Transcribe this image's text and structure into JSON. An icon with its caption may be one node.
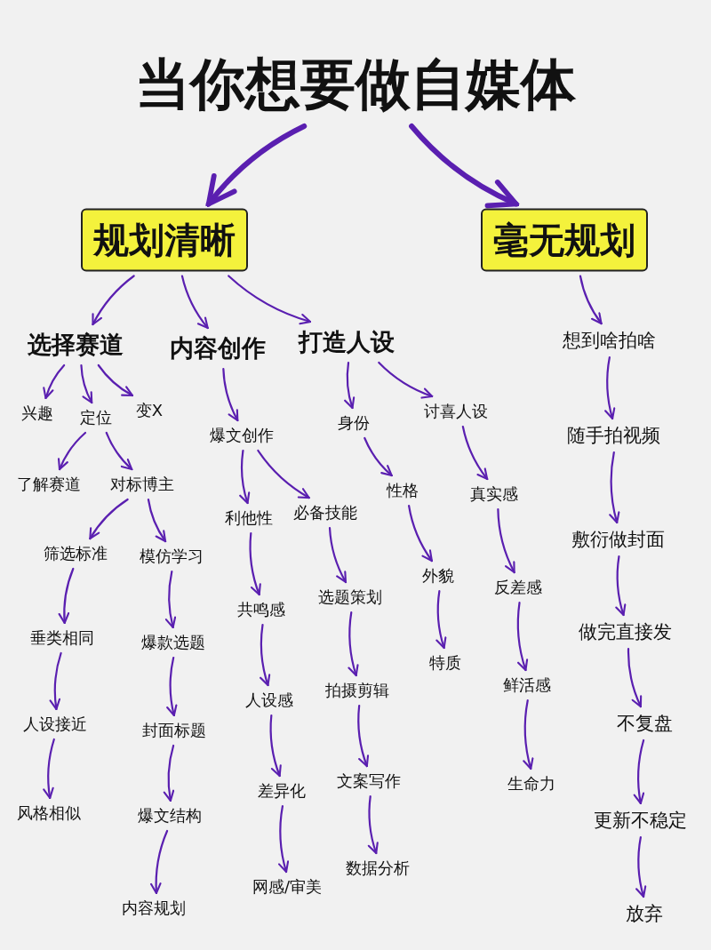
{
  "diagram": {
    "nodes": [
      {
        "text": [
          "当你想要做自媒体"
        ]
      },
      {
        "text": [
          "规划清晰"
        ]
      },
      {
        "text": [
          "毫无规划"
        ]
      },
      {
        "text": [
          "选择赛道"
        ]
      },
      {
        "text": [
          "内容创作"
        ]
      },
      {
        "text": [
          "打造人设"
        ]
      },
      {
        "text": [
          "想到啥拍啥"
        ]
      },
      {
        "text": [
          "兴趣"
        ]
      },
      {
        "text": [
          "定位"
        ]
      },
      {
        "text": [
          "变X"
        ]
      },
      {
        "text": [
          "爆文创作"
        ]
      },
      {
        "text": [
          "身份"
        ]
      },
      {
        "text": [
          "讨喜人设"
        ]
      },
      {
        "text": [
          "随手拍视频"
        ]
      },
      {
        "text": [
          "了解赛道"
        ]
      },
      {
        "text": [
          "对标博主"
        ]
      },
      {
        "text": [
          "利他性"
        ]
      },
      {
        "text": [
          "必备技能"
        ]
      },
      {
        "text": [
          "性格"
        ]
      },
      {
        "text": [
          "真实感"
        ]
      },
      {
        "text": [
          "敷衍做封面"
        ]
      },
      {
        "text": [
          "筛选标准"
        ]
      },
      {
        "text": [
          "模仿学习"
        ]
      },
      {
        "text": [
          "外貌"
        ]
      },
      {
        "text": [
          "反差感"
        ]
      },
      {
        "text": [
          "共鸣感"
        ]
      },
      {
        "text": [
          "选题策划"
        ]
      },
      {
        "text": [
          "做完直接发"
        ]
      },
      {
        "text": [
          "垂类相同"
        ]
      },
      {
        "text": [
          "爆款选题"
        ]
      },
      {
        "text": [
          "特质"
        ]
      },
      {
        "text": [
          "人设感"
        ]
      },
      {
        "text": [
          "拍摄剪辑"
        ]
      },
      {
        "text": [
          "鲜活感"
        ]
      },
      {
        "text": [
          "不复盘"
        ]
      },
      {
        "text": [
          "人设接近"
        ]
      },
      {
        "text": [
          "封面标题"
        ]
      },
      {
        "text": [
          "差异化"
        ]
      },
      {
        "text": [
          "文案写作"
        ]
      },
      {
        "text": [
          "生命力"
        ]
      },
      {
        "text": [
          "更新不稳定"
        ]
      },
      {
        "text": [
          "风格相似"
        ]
      },
      {
        "text": [
          "爆文结构"
        ]
      },
      {
        "text": [
          "网感/审美"
        ]
      },
      {
        "text": [
          "数据分析"
        ]
      },
      {
        "text": [
          "内容规划"
        ]
      },
      {
        "text": [
          "放弃"
        ]
      }
    ],
    "edges": [
      {
        "from": 0,
        "to": 1,
        "arrow": "to",
        "style": "thick"
      },
      {
        "from": 0,
        "to": 2,
        "arrow": "to",
        "style": "thick"
      },
      {
        "from": 1,
        "to": 3,
        "arrow": "to"
      },
      {
        "from": 1,
        "to": 4,
        "arrow": "to"
      },
      {
        "from": 1,
        "to": 5,
        "arrow": "to"
      },
      {
        "from": 2,
        "to": 6,
        "arrow": "to"
      },
      {
        "from": 3,
        "to": 7,
        "arrow": "to"
      },
      {
        "from": 3,
        "to": 8,
        "arrow": "to"
      },
      {
        "from": 3,
        "to": 9,
        "arrow": "to"
      },
      {
        "from": 4,
        "to": 10,
        "arrow": "to"
      },
      {
        "from": 5,
        "to": 11,
        "arrow": "to"
      },
      {
        "from": 5,
        "to": 12,
        "arrow": "to"
      },
      {
        "from": 6,
        "to": 13,
        "arrow": "to"
      },
      {
        "from": 8,
        "to": 14,
        "arrow": "to"
      },
      {
        "from": 8,
        "to": 15,
        "arrow": "to"
      },
      {
        "from": 10,
        "to": 16,
        "arrow": "to"
      },
      {
        "from": 10,
        "to": 17,
        "arrow": "to"
      },
      {
        "from": 11,
        "to": 18,
        "arrow": "to"
      },
      {
        "from": 12,
        "to": 19,
        "arrow": "to"
      },
      {
        "from": 13,
        "to": 20,
        "arrow": "to"
      },
      {
        "from": 15,
        "to": 21,
        "arrow": "to"
      },
      {
        "from": 15,
        "to": 22,
        "arrow": "to"
      },
      {
        "from": 18,
        "to": 23,
        "arrow": "to"
      },
      {
        "from": 19,
        "to": 24,
        "arrow": "to"
      },
      {
        "from": 16,
        "to": 25,
        "arrow": "to"
      },
      {
        "from": 17,
        "to": 26,
        "arrow": "to"
      },
      {
        "from": 20,
        "to": 27,
        "arrow": "to"
      },
      {
        "from": 21,
        "to": 28,
        "arrow": "to"
      },
      {
        "from": 22,
        "to": 29,
        "arrow": "to"
      },
      {
        "from": 23,
        "to": 30,
        "arrow": "to"
      },
      {
        "from": 24,
        "to": 33,
        "arrow": "to"
      },
      {
        "from": 25,
        "to": 31,
        "arrow": "to"
      },
      {
        "from": 26,
        "to": 32,
        "arrow": "to"
      },
      {
        "from": 27,
        "to": 34,
        "arrow": "to"
      },
      {
        "from": 28,
        "to": 35,
        "arrow": "to"
      },
      {
        "from": 29,
        "to": 36,
        "arrow": "to"
      },
      {
        "from": 31,
        "to": 37,
        "arrow": "to"
      },
      {
        "from": 32,
        "to": 38,
        "arrow": "to"
      },
      {
        "from": 33,
        "to": 39,
        "arrow": "to"
      },
      {
        "from": 34,
        "to": 40,
        "arrow": "to"
      },
      {
        "from": 35,
        "to": 41,
        "arrow": "to"
      },
      {
        "from": 36,
        "to": 42,
        "arrow": "to"
      },
      {
        "from": 37,
        "to": 43,
        "arrow": "to"
      },
      {
        "from": 38,
        "to": 44,
        "arrow": "to"
      },
      {
        "from": 40,
        "to": 46,
        "arrow": "to"
      },
      {
        "from": 42,
        "to": 45,
        "arrow": "to"
      }
    ]
  }
}
